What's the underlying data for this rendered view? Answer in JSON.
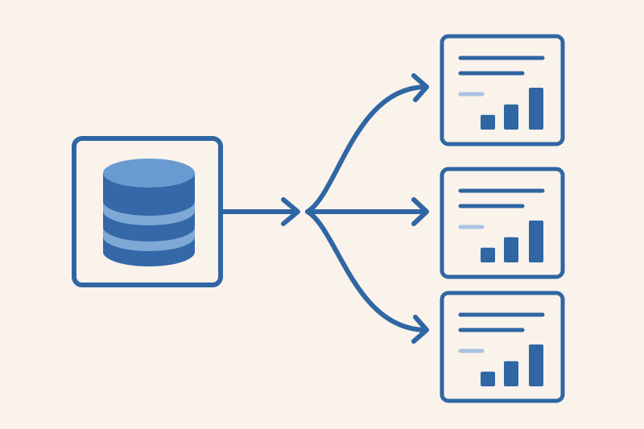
{
  "colors": {
    "background": "#f9f3ec",
    "stroke": "#2f66a3",
    "database_fill": "#3468a8",
    "database_top": "#6a9bd0",
    "database_band": "#7ea8d6",
    "accent_line": "#a9c3e2"
  },
  "diagram": {
    "source": {
      "icon": "database-icon"
    },
    "connector": {
      "icon": "arrow-right-icon"
    },
    "branches": [
      {
        "icon": "report-chart-icon",
        "bars": [
          0.35,
          0.6,
          1.0
        ]
      },
      {
        "icon": "report-chart-icon",
        "bars": [
          0.35,
          0.6,
          1.0
        ]
      },
      {
        "icon": "report-chart-icon",
        "bars": [
          0.35,
          0.6,
          1.0
        ]
      }
    ]
  }
}
